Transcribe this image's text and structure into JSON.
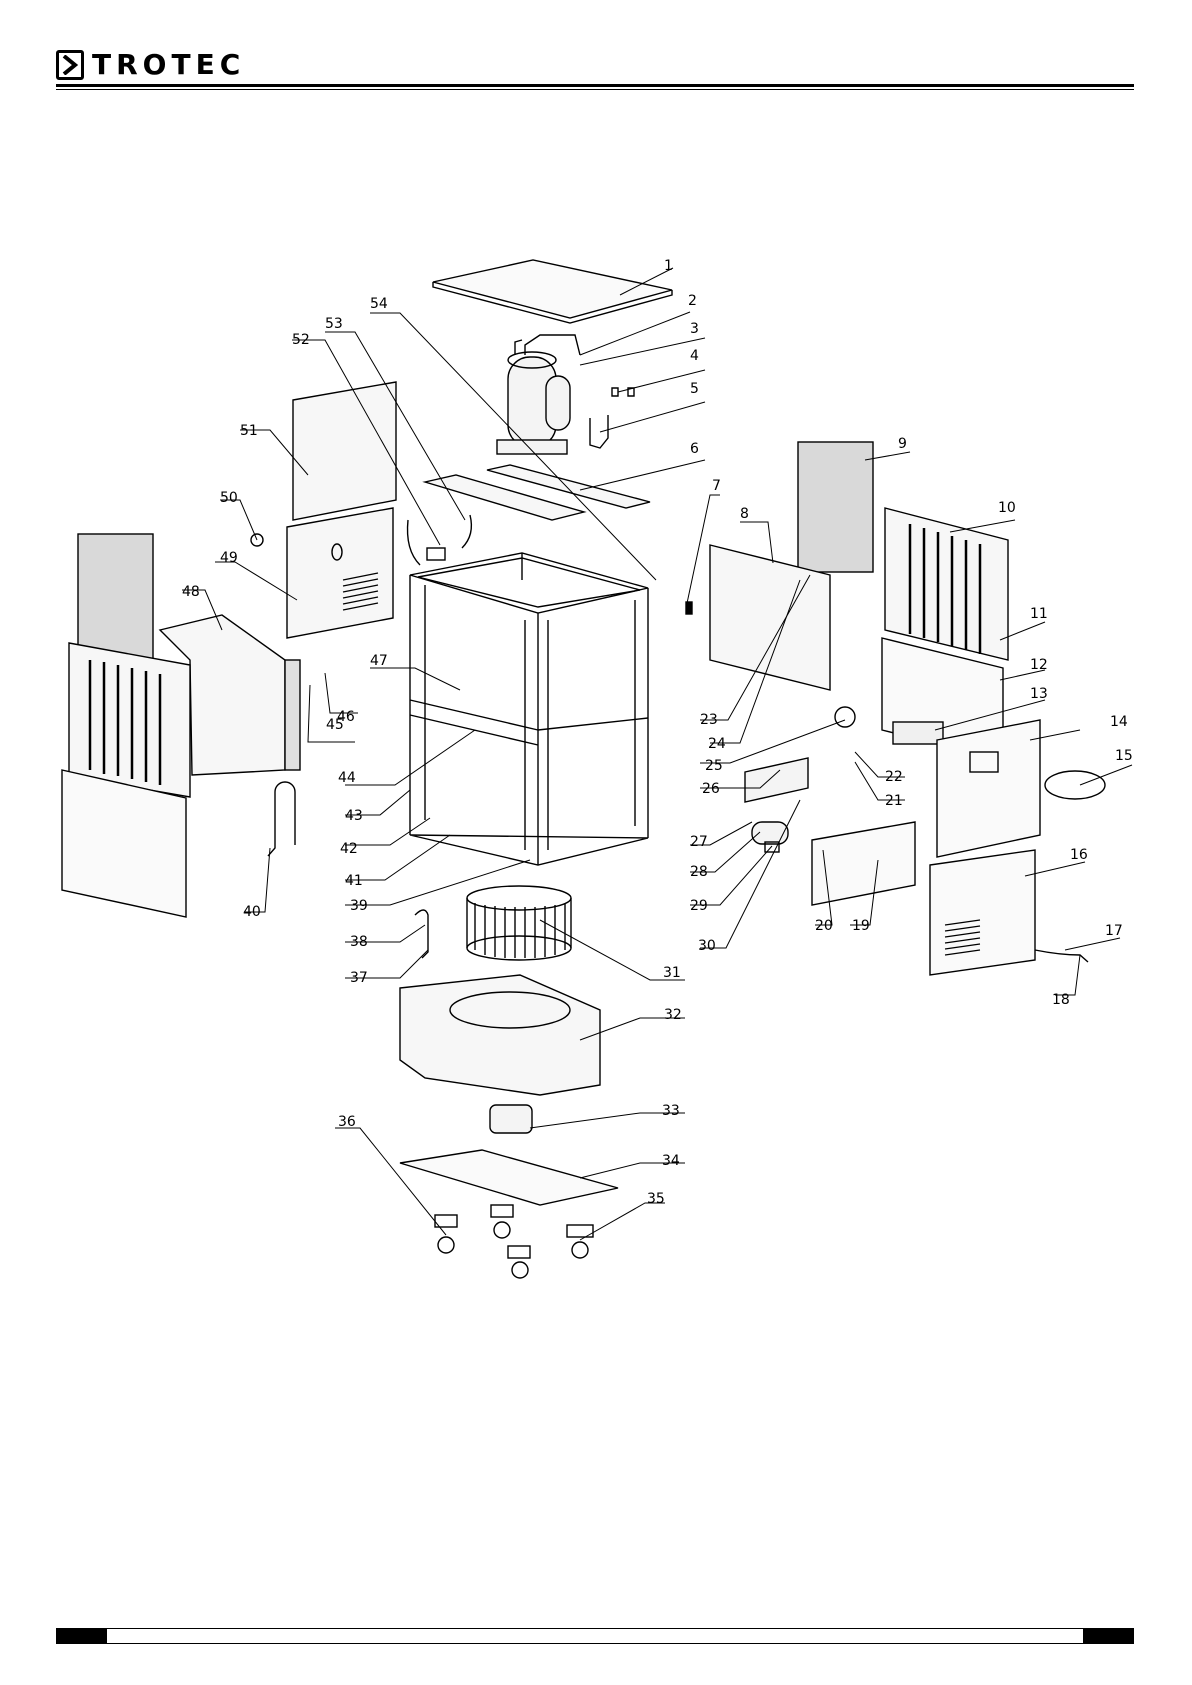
{
  "header": {
    "brand": "TROTEC"
  },
  "diagram": {
    "part_numbers": [
      "1",
      "2",
      "3",
      "4",
      "5",
      "6",
      "7",
      "8",
      "9",
      "10",
      "11",
      "12",
      "13",
      "14",
      "15",
      "16",
      "17",
      "18",
      "19",
      "20",
      "21",
      "22",
      "23",
      "24",
      "25",
      "26",
      "27",
      "28",
      "29",
      "30",
      "31",
      "32",
      "33",
      "34",
      "35",
      "36",
      "37",
      "38",
      "39",
      "40",
      "41",
      "42",
      "43",
      "44",
      "45",
      "46",
      "47",
      "48",
      "49",
      "50",
      "51",
      "52",
      "53",
      "54"
    ]
  },
  "colors": {
    "ink": "#000000",
    "paper": "#ffffff",
    "panel_fill": "#f4f4f4"
  }
}
